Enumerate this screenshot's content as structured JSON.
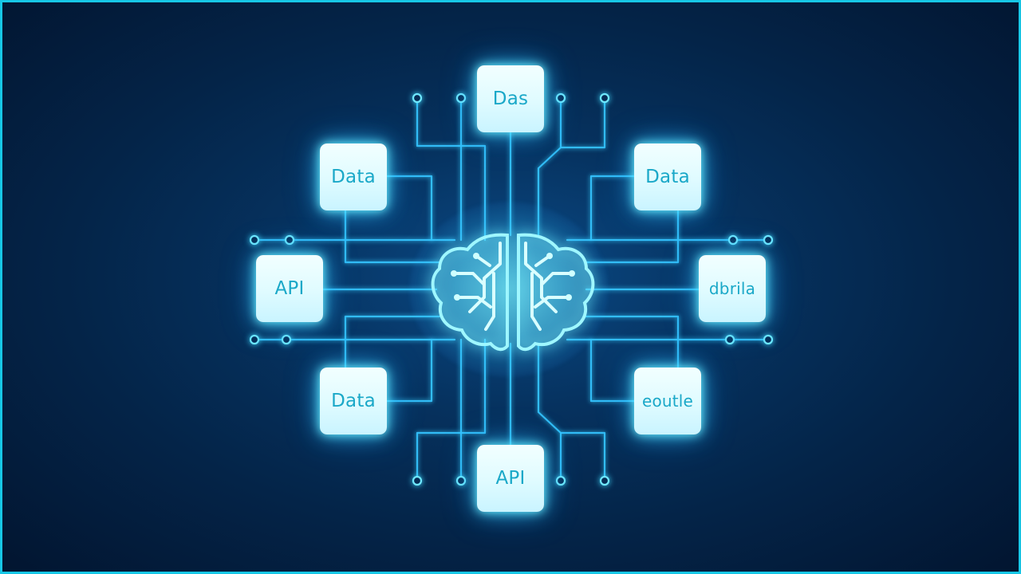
{
  "diagram": {
    "top_box": {
      "label": "Das"
    },
    "upper_left_box": {
      "label": "Data"
    },
    "upper_right_box": {
      "label": "Data"
    },
    "middle_left_box": {
      "label": "API"
    },
    "middle_right_box": {
      "label": "dbrila"
    },
    "lower_left_box": {
      "label": "Data"
    },
    "lower_right_box": {
      "label": "eoutle"
    },
    "bottom_box": {
      "label": "API"
    },
    "center_icon": "brain-circuit-icon"
  },
  "colors": {
    "background": "#042448",
    "trace": "#35c4ff",
    "box_fill": "#e6fcff",
    "box_text": "#1aa8c8",
    "border": "#17c7e6"
  }
}
